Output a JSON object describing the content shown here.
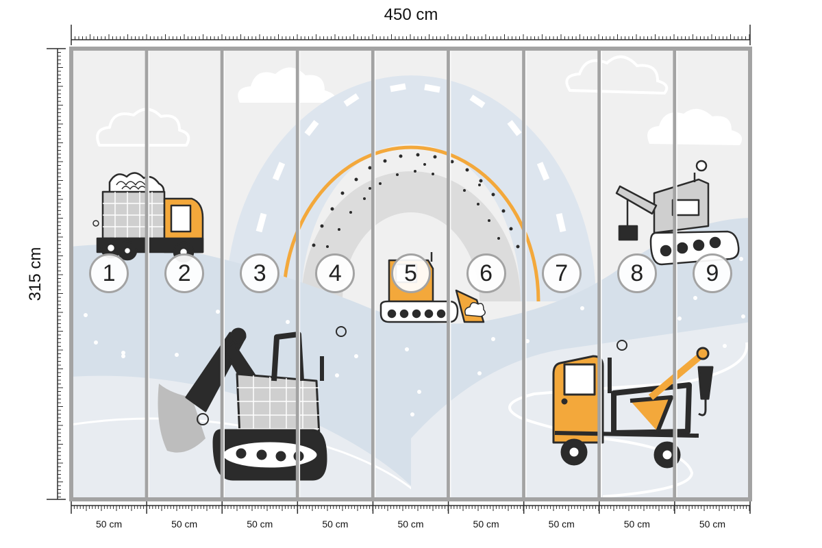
{
  "dimensions": {
    "width_label": "450 cm",
    "height_label": "315 cm"
  },
  "panels": [
    {
      "number": "1",
      "width_label": "50 cm"
    },
    {
      "number": "2",
      "width_label": "50 cm"
    },
    {
      "number": "3",
      "width_label": "50 cm"
    },
    {
      "number": "4",
      "width_label": "50 cm"
    },
    {
      "number": "5",
      "width_label": "50 cm"
    },
    {
      "number": "6",
      "width_label": "50 cm"
    },
    {
      "number": "7",
      "width_label": "50 cm"
    },
    {
      "number": "8",
      "width_label": "50 cm"
    },
    {
      "number": "9",
      "width_label": "50 cm"
    }
  ],
  "colors": {
    "sky": "#f0f0f0",
    "hill_light_blue": "#d6e0ea",
    "hill_pale": "#e8ecf1",
    "road": "#dde5ee",
    "gray_arc": "#dcdcdc",
    "orange": "#f3a83b",
    "dark": "#2b2b2b",
    "panel_border": "#a3a3a3"
  }
}
